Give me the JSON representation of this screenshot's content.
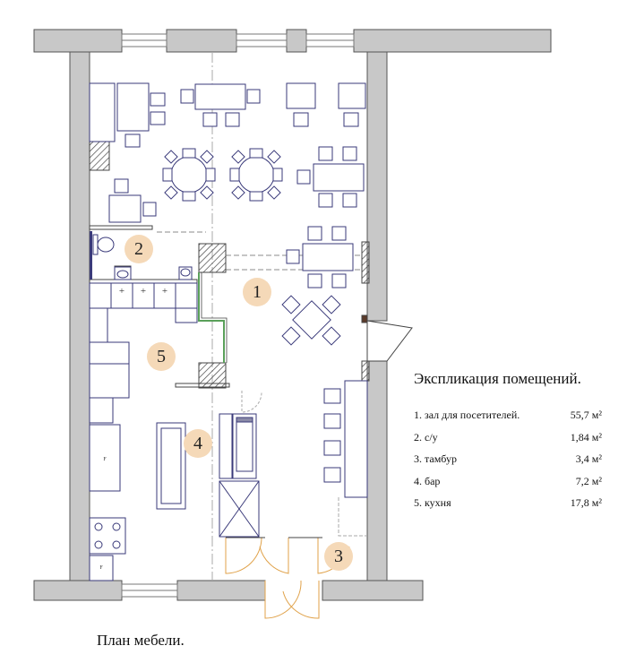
{
  "legend": {
    "title": "Экспликация помещений.",
    "items": [
      {
        "label": "1. зал для посетителей.",
        "value": "55,7 м²"
      },
      {
        "label": "2. с/у",
        "value": "1,84 м²"
      },
      {
        "label": "3. тамбур",
        "value": "3,4 м²"
      },
      {
        "label": "4. бар",
        "value": "7,2 м²"
      },
      {
        "label": "5. кухня",
        "value": "17,8 м²"
      }
    ]
  },
  "caption": "План мебели.",
  "room_markers": [
    "1",
    "2",
    "3",
    "4",
    "5"
  ],
  "colors": {
    "wall": "#c8c8c8",
    "wall_outline": "#555555",
    "furniture_line": "#3a3a7a",
    "marker_fill": "#f5d9b8",
    "door_line": "#e0a24a",
    "partition_green": "#5aa05a"
  }
}
